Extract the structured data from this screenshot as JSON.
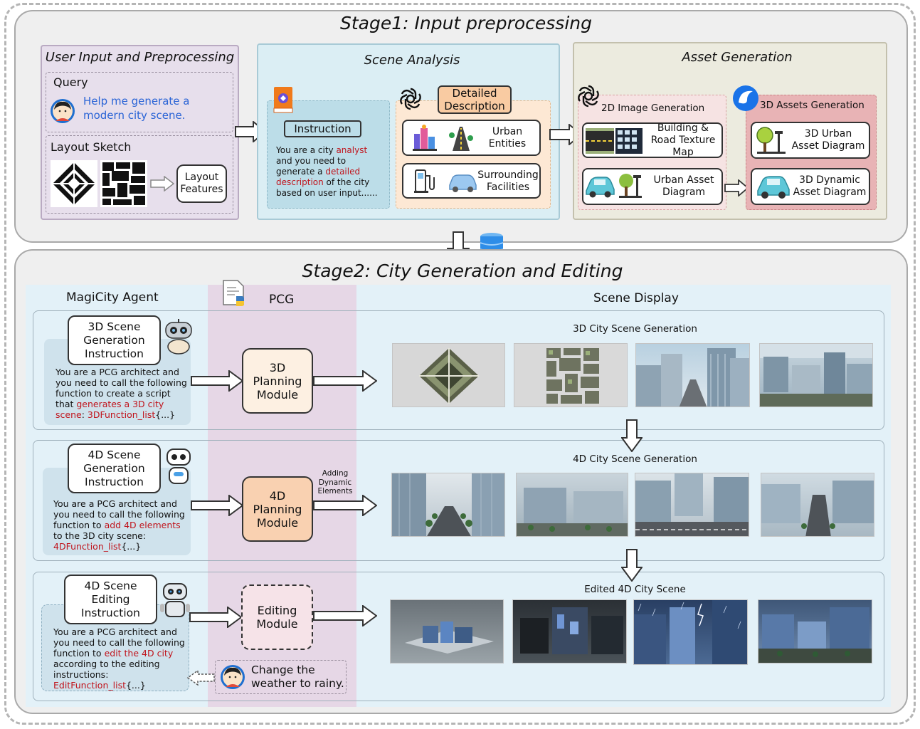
{
  "stage1": {
    "title": "Stage1: Input preprocessing",
    "user_input": {
      "title": "User Input and Preprocessing",
      "query_label": "Query",
      "query_text": "Help me generate a modern city scene.",
      "layout_label": "Layout Sketch",
      "layout_features": "Layout Features"
    },
    "scene_analysis": {
      "title": "Scene Analysis",
      "instruction_label": "Instruction",
      "instruction_parts": [
        "You are a city ",
        "analyst",
        " and you need to generate a ",
        "detailed description",
        " of the city based on user input......"
      ],
      "detailed_description": "Detailed Description",
      "urban_entities": "Urban Entities",
      "surrounding_facilities": "Surrounding Facilities"
    },
    "asset_generation": {
      "title": "Asset Generation",
      "image_gen_label": "2D Image Generation",
      "assets_gen_label": "3D Assets Generation",
      "building_road": "Building & Road Texture Map",
      "urban_asset_diagram": "Urban Asset Diagram",
      "urban_3d": "3D Urban Asset Diagram",
      "dynamic_3d": "3D Dynamic Asset Diagram"
    }
  },
  "stage2": {
    "title": "Stage2: City Generation and Editing",
    "col_agent": "MagiCity Agent",
    "col_pcg": "PCG",
    "col_display": "Scene Display",
    "rows": [
      {
        "instruction_title": "3D Scene Generation Instruction",
        "text_parts": [
          "You are a PCG architect and you need to call the following function to create a script that ",
          "generates a 3D city scene",
          ": ",
          "3DFunction_list",
          "{...}"
        ],
        "module": "3D Planning Module",
        "display_title": "3D City Scene Generation"
      },
      {
        "instruction_title": "4D Scene Generation Instruction",
        "text_parts": [
          "You are a PCG architect and you need to call the following function to ",
          "add 4D elements",
          " to the 3D city scene: ",
          "4DFunction_list",
          "{...}"
        ],
        "module": "4D Planning Module",
        "arrow_note": "Adding Dynamic Elements",
        "display_title": "4D City Scene Generation"
      },
      {
        "instruction_title": "4D Scene Editing Instruction",
        "text_parts": [
          "You are a PCG architect and you need to call the following function to ",
          "edit the 4D city",
          " according to the editing instructions: ",
          "EditFunction_list",
          "{...}"
        ],
        "module": "Editing Module",
        "user_request": "Change the weather to rainy.",
        "display_title": "Edited 4D City Scene"
      }
    ]
  },
  "colors": {
    "panel_user": "#e7dfec",
    "panel_scene": "#dbeef4",
    "panel_asset": "#ecebdf",
    "pcg_column": "#e6d7e6",
    "display_bg": "#e3f1f8",
    "module_3d": "#fdf0e2",
    "module_4d": "#f9d1b1",
    "module_edit": "#f6e3e8",
    "highlight_red": "#c0141c",
    "query_blue": "#2a64d6"
  },
  "icons": [
    "user-avatar-icon",
    "openai-logo-icon",
    "book-icon",
    "robot-icon",
    "python-script-icon",
    "database-icon",
    "car-icon",
    "tree-icon",
    "city-icon",
    "road-icon"
  ]
}
